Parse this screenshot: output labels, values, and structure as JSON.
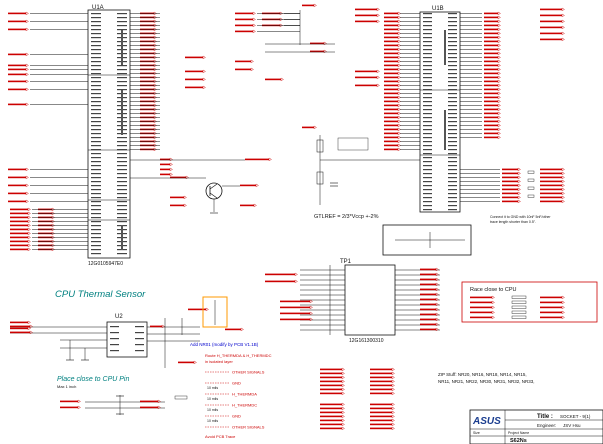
{
  "parts": {
    "u1a": {
      "label": "U1A",
      "part_no": "12G0105947E0"
    },
    "u1b": {
      "label": "U1B"
    },
    "u2": {
      "label": "U2"
    },
    "tp1": {
      "label": "TP1",
      "part_no": "12G161300310"
    }
  },
  "headings": {
    "thermal": "CPU Thermal Sensor",
    "place_close": "Place close to CPU Pin",
    "place_close_sub": "Max 1 inch",
    "race_close": "Race close to CPU"
  },
  "notes": {
    "gtlref": "GTLREF = 2/3*Vccp +-2%",
    "rework": "Add NR01 (modify by PCB V1.1B)",
    "zip_stuff_1": "ZIP Stuff: NR20, NR16, NR18, NR14, NR15,",
    "zip_stuff_2": "NR11, NR21, NR22, NR30, NR31, NR32, NR33,",
    "route": "Route H_THERMDA & H_THERMDC",
    "route_sub": "in isolated layer",
    "stack": [
      "OTHER SIGNALS",
      "GND",
      "H_THERMDA",
      "H_THERMDC",
      "GND",
      "OTHER SIGNALS"
    ],
    "mils": "10 mils",
    "avoid": "Avoid PCB Trace",
    "connect_1": "Connect it to GND with 10nF 5nF/other",
    "connect_2": "trace length shorter than 0.5\"."
  },
  "title_block": {
    "logo": "ASUS",
    "title_label": "Title :",
    "title_value": "SOCKET - 9(1)",
    "engineer_label": "Engineer:",
    "engineer_value": "JSV Hsu",
    "project": "S62Ns",
    "size_label": "Size",
    "project_label": "Project Name"
  },
  "colors": {
    "wire": "#111111",
    "net": "#cc0000",
    "note": "#0000cc",
    "heading": "#008080",
    "highlight": "#ff9900"
  }
}
